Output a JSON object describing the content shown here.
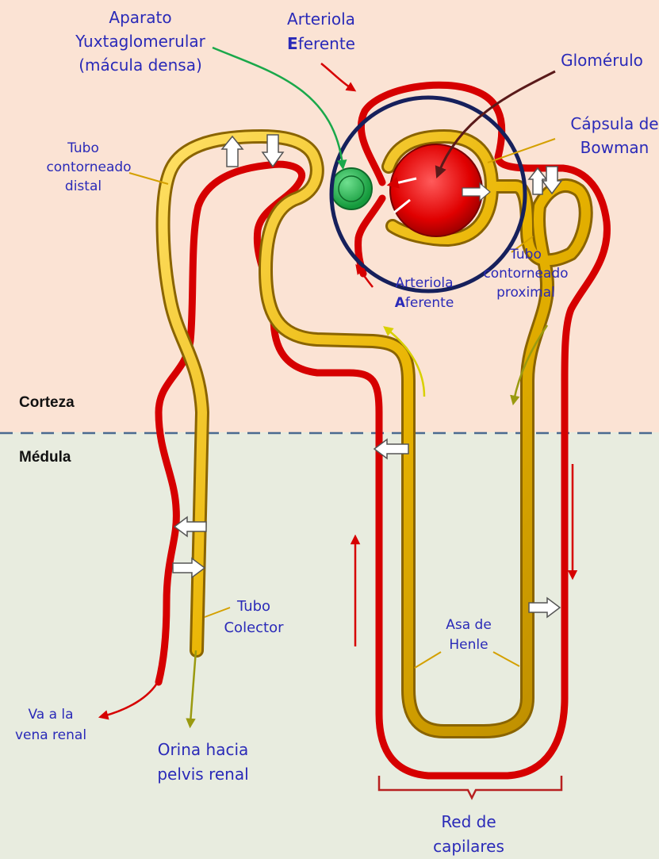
{
  "zones": {
    "cortex": "Corteza",
    "medulla": "Médula"
  },
  "labels": {
    "juxta_line1": "Aparato",
    "juxta_line2": "Yuxtaglomerular",
    "juxta_line3": "(mácula densa)",
    "efferent_line1": "Arteriola",
    "efferent_letter": "E",
    "efferent_rest": "ferente",
    "glomerulus": "Glomérulo",
    "bowman_line1": "Cápsula de",
    "bowman_line2": "Bowman",
    "distal_line1": "Tubo",
    "distal_line2": "contorneado",
    "distal_line3": "distal",
    "proximal_line1": "Tubo",
    "proximal_line2": "contorneado",
    "proximal_line3": "proximal",
    "afferent_line1": "Arteriola",
    "afferent_letter": "A",
    "afferent_rest": "ferente",
    "collector_line1": "Tubo",
    "collector_line2": "Colector",
    "henle_line1": "Asa de",
    "henle_line2": "Henle",
    "vein_line1": "Va a la",
    "vein_line2": "vena renal",
    "urine_line1": "Orina hacia",
    "urine_line2": "pelvis renal",
    "capillary_line1": "Red de",
    "capillary_line2": "capilares"
  },
  "colors": {
    "cortex_bg": "#fbe3d4",
    "medulla_bg": "#e8ecdf",
    "tube_yellow": "#e9b400",
    "vessel_red": "#d60000",
    "label_blue": "#2a2ab8",
    "highlight_circle": "#16205c",
    "macula_green": "#22b14c"
  }
}
